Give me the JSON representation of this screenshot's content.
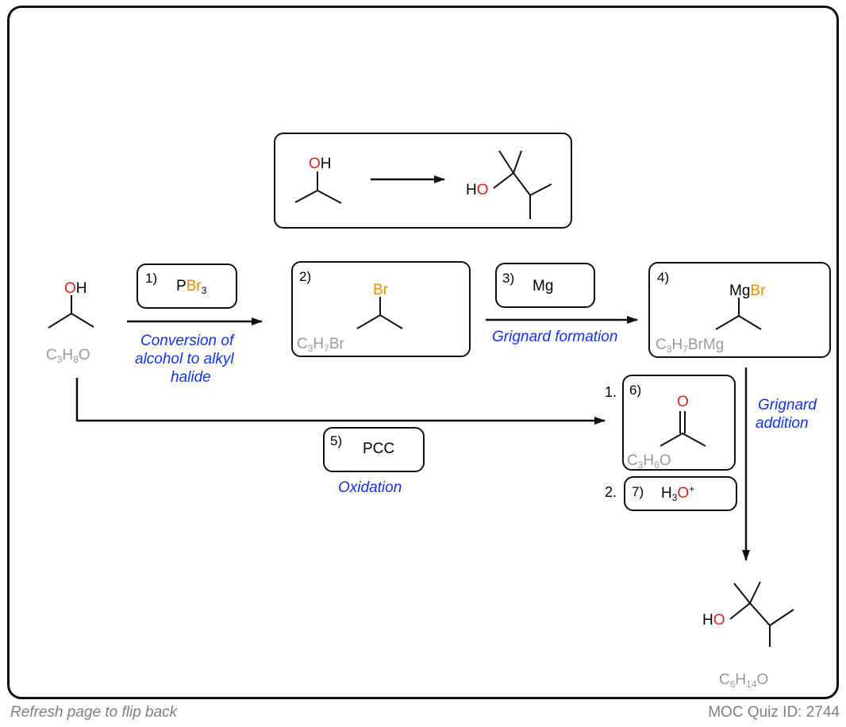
{
  "target": {
    "start_oh": "OH",
    "product_ho": "HO"
  },
  "start": {
    "oh": "OH",
    "formula": "C3H8O"
  },
  "step1": {
    "num": "1)",
    "reagent": "PBr3",
    "note": [
      "Conversion of",
      "alcohol to alkyl",
      "halide"
    ]
  },
  "step2": {
    "num": "2)",
    "atom": "Br",
    "formula": "C3H7Br"
  },
  "step3": {
    "num": "3)",
    "reagent": "Mg",
    "note": "Grignard formation"
  },
  "step4": {
    "num": "4)",
    "atom": "MgBr",
    "formula": "C3H7BrMg"
  },
  "step5": {
    "num": "5)",
    "reagent": "PCC",
    "note": "Oxidation"
  },
  "step6": {
    "prefix": "1.",
    "num": "6)",
    "atom": "O",
    "formula": "C3H6O"
  },
  "step7": {
    "prefix": "2.",
    "num": "7)",
    "reagent": "H3O+"
  },
  "grignard_addition": [
    "Grignard",
    "addition"
  ],
  "product": {
    "ho": "HO",
    "formula": "C6H14O"
  },
  "footer": {
    "left": "Refresh page to flip back",
    "right": "MOC Quiz ID: 2744"
  },
  "colors": {
    "oxygen": "#e0201a",
    "bromine": "#f08c00",
    "note": "#1133ee",
    "formula": "#9a9a9a"
  }
}
